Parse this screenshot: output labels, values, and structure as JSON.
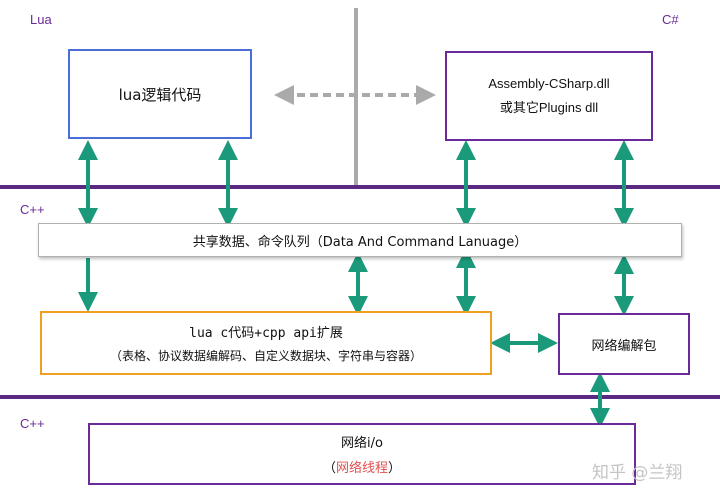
{
  "colors": {
    "lua": "#6a2a9a",
    "csharp": "#6a2a9a",
    "cpp": "#6a2a9a",
    "arrow": "#1a9a7a",
    "arrow_gray": "#aaaaaa",
    "divider": "#5b2a80",
    "box_lua_border": "#4a6fd8",
    "box_cs_border": "#6a2a9a",
    "box_cpp_border": "#f0a020",
    "box_net_border": "#6a2a9a",
    "queue_border": "#b0b0b0",
    "red_text": "#e05050",
    "watermark": "#bbbbbb"
  },
  "labels": {
    "lua": "Lua",
    "csharp": "C#",
    "cpp_top": "C++",
    "cpp_bottom": "C++"
  },
  "boxes": {
    "lua_logic": "lua逻辑代码",
    "csharp_line1": "Assembly-CSharp.dll",
    "csharp_line2": "或其它Plugins dll",
    "queue": "共享数据、命令队列（Data And Command Lanuage）",
    "cpp_ext_line1": "lua c代码+cpp api扩展",
    "cpp_ext_line2": "（表格、协议数据编解码、自定义数据块、字符串与容器）",
    "net_codec": "网络编解包",
    "net_io": "网络i/o",
    "net_thread_open": "（",
    "net_thread": "网络线程",
    "net_thread_close": "）"
  },
  "watermark": "知乎 @兰翔"
}
